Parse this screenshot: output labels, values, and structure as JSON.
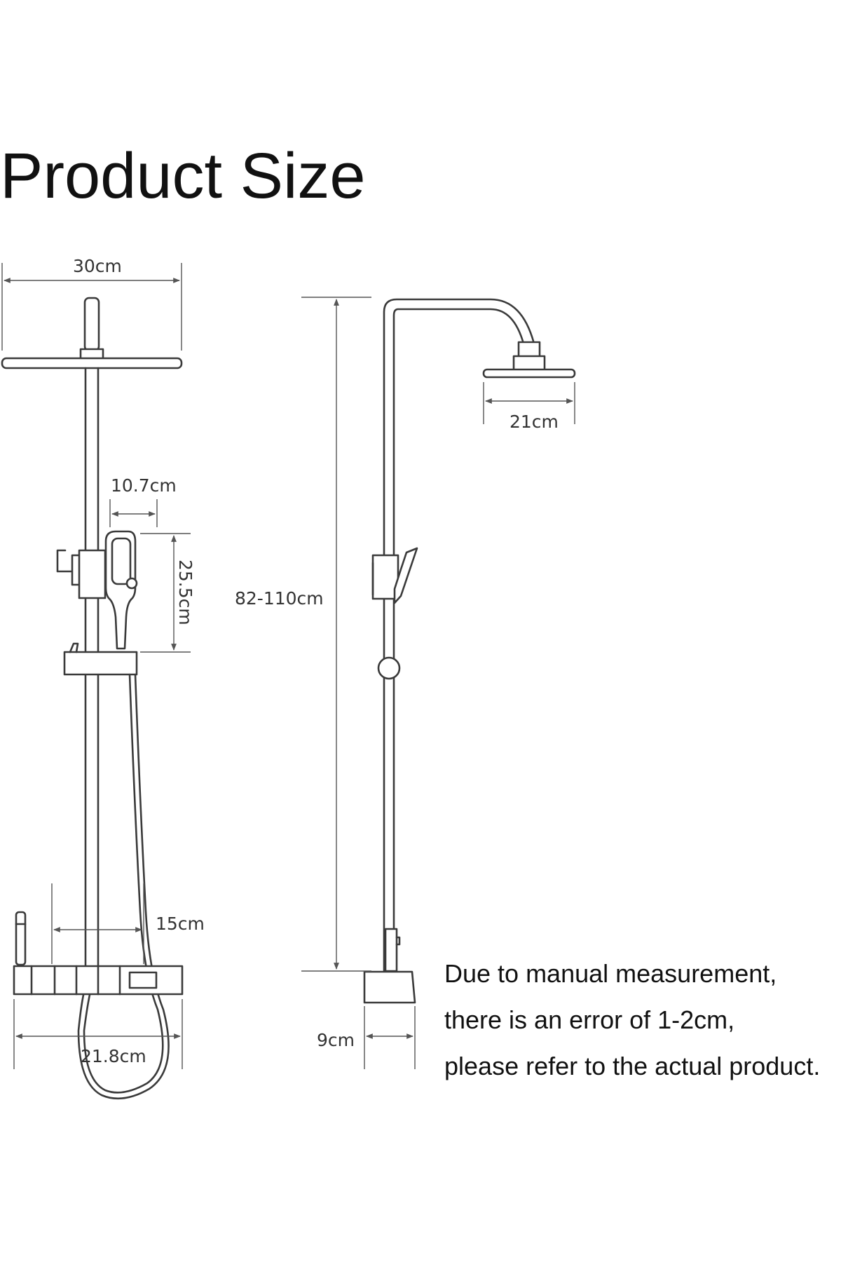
{
  "title": "Product Size",
  "dimensions": {
    "overall_width": "30cm",
    "handheld_width": "10.7cm",
    "handheld_height": "25.5cm",
    "height_range": "82-110cm",
    "head_diameter": "21cm",
    "spout_length": "15cm",
    "shelf_width": "21.8cm",
    "base_depth": "9cm"
  },
  "note": {
    "line1": "Due to manual measurement,",
    "line2": "there is an error of 1-2cm,",
    "line3": "please refer to the actual product."
  },
  "colors": {
    "line": "#3a3a3a",
    "text": "#111111"
  }
}
